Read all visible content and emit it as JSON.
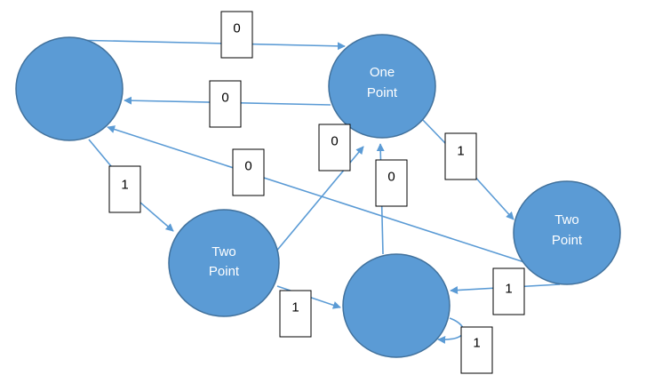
{
  "colors": {
    "node_fill": "#5b9bd5",
    "node_stroke": "#41719c",
    "edge": "#5b9bd5",
    "label_text": "#000000",
    "node_text": "#ffffff"
  },
  "nodes": [
    {
      "id": "start",
      "line1": "",
      "line2": ""
    },
    {
      "id": "one-point",
      "line1": "One",
      "line2": "Point"
    },
    {
      "id": "two-point-left",
      "line1": "Two",
      "line2": "Point"
    },
    {
      "id": "two-point-right",
      "line1": "Two",
      "line2": "Point"
    },
    {
      "id": "bottom",
      "line1": "",
      "line2": ""
    }
  ],
  "edges": [
    {
      "from": "start",
      "to": "one-point",
      "label": "0"
    },
    {
      "from": "one-point",
      "to": "start",
      "label": "0"
    },
    {
      "from": "start",
      "to": "two-point-left",
      "label": "1"
    },
    {
      "from": "one-point",
      "to": "two-point-right",
      "label": "1"
    },
    {
      "from": "two-point-right",
      "to": "start",
      "label": "0"
    },
    {
      "from": "two-point-left",
      "to": "one-point",
      "label": "0"
    },
    {
      "from": "bottom",
      "to": "one-point",
      "label": "0"
    },
    {
      "from": "two-point-left",
      "to": "bottom",
      "label": "1"
    },
    {
      "from": "two-point-right",
      "to": "bottom",
      "label": "1"
    },
    {
      "from": "bottom",
      "to": "bottom",
      "label": "1"
    }
  ]
}
